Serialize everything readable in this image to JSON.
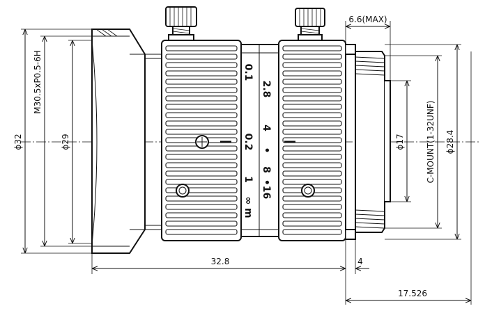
{
  "dimensions": {
    "d32": "ϕ32",
    "thread": "M30.5xP0.5-6H",
    "d29": "ϕ29",
    "len32_8": "32.8",
    "flange4": "4",
    "back17_526": "17.526",
    "max6_6": "6.6(MAX)",
    "d17": "ϕ17",
    "mount": "C-MOUNT(1-32UNF)",
    "d28_4": "ϕ28.4"
  },
  "focus_scale": [
    "0.1",
    "0.2",
    "1",
    "∞ m"
  ],
  "aperture_scale": [
    "2.8",
    "4",
    "•",
    "8",
    "•16"
  ]
}
